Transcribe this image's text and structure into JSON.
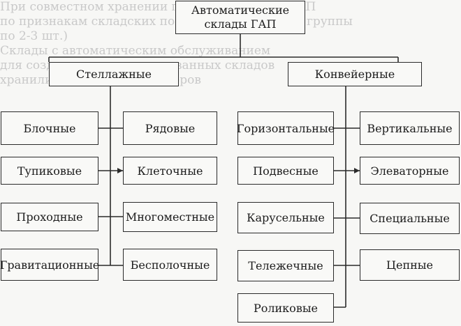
{
  "diagram": {
    "root": {
      "line1": "Автоматические",
      "line2": "склады ГАП"
    },
    "left_branch": {
      "label": "Стеллажные",
      "col1": [
        "Блочные",
        "Тупиковые",
        "Проходные",
        "Гравитационные"
      ],
      "col2": [
        "Рядовые",
        "Клеточные",
        "Многоместные",
        "Бесполочные"
      ]
    },
    "right_branch": {
      "label": "Конвейерные",
      "col1": [
        "Горизонтальные",
        "Подвесные",
        "Карусельные",
        "Тележечные",
        "Роликовые"
      ],
      "col2": [
        "Вертикальные",
        "Элеваторные",
        "Специальные",
        "Цепные"
      ]
    }
  },
  "background_text": [
    "При совместном хранении грузов на складах ГАП",
    "по признакам складских помещений, хранящих группы",
    "по 2-3 шт.)",
    "Склады с автоматическим обслуживанием",
    "для создания автоматизированных складов",
    "хранилищ из самых конвейеров",
    "",
    "",
    "",
    "",
    "",
    "",
    "",
    "",
    "",
    "",
    "",
    "",
    "",
    "",
    "",
    ""
  ]
}
